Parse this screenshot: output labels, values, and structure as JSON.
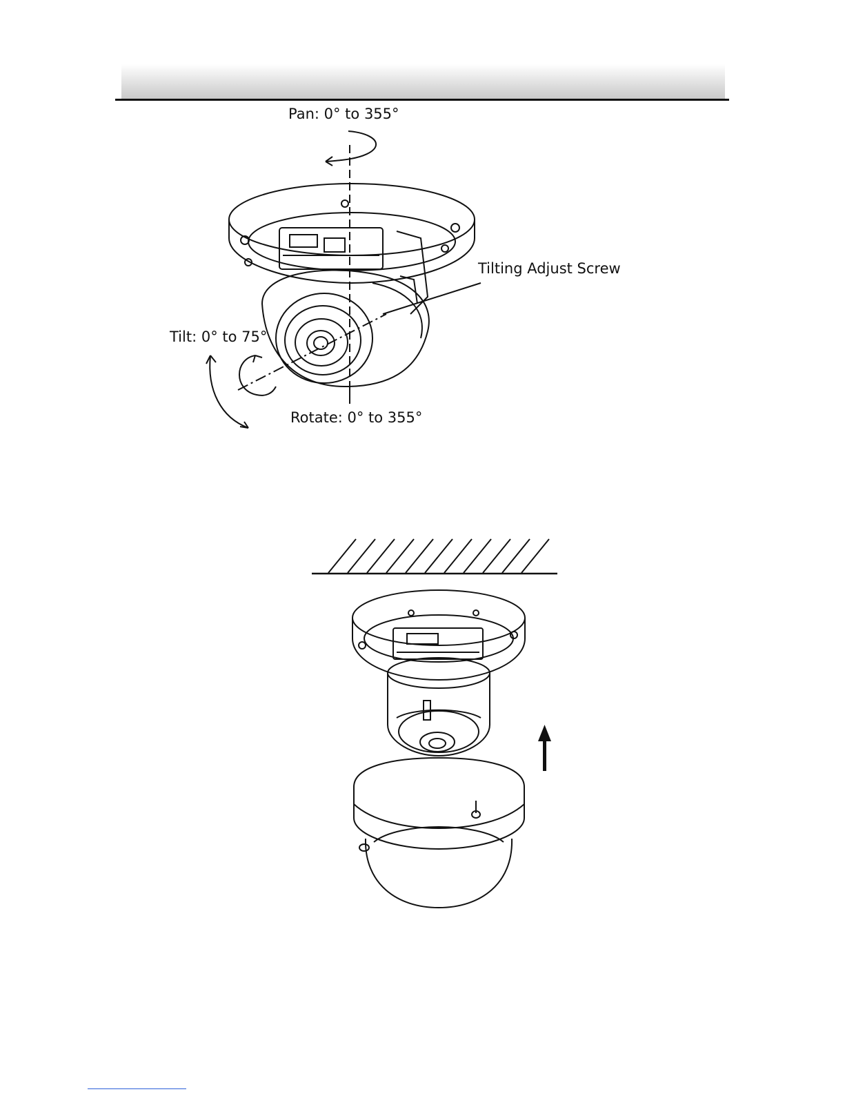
{
  "figure1": {
    "pan_label": "Pan: 0° to 355°",
    "tilt_label": "Tilt: 0° to 75°",
    "rotate_label": "Rotate: 0° to 355°",
    "screw_label": "Tilting Adjust Screw"
  }
}
